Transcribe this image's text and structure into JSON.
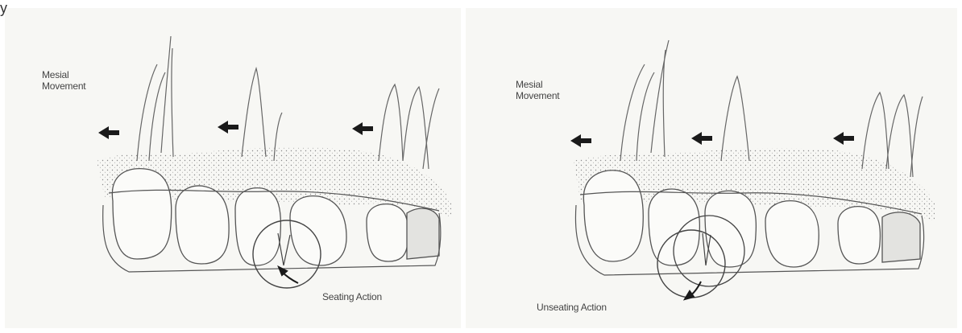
{
  "figure": {
    "corner_mark": "y",
    "left_panel": {
      "mesial_label": "Mesial\nMovement",
      "action_label": "Seating Action"
    },
    "right_panel": {
      "mesial_label": "Mesial\nMovement",
      "action_label": "Unseating Action"
    }
  },
  "colors": {
    "background": "#f7f7f4",
    "line": "#555555",
    "gum_dot": "#8a8a8a",
    "arrow": "#1a1a1a",
    "shade": "#d9d9d9"
  },
  "icons": [
    "left-arrow-icon",
    "curved-arrow-icon"
  ]
}
